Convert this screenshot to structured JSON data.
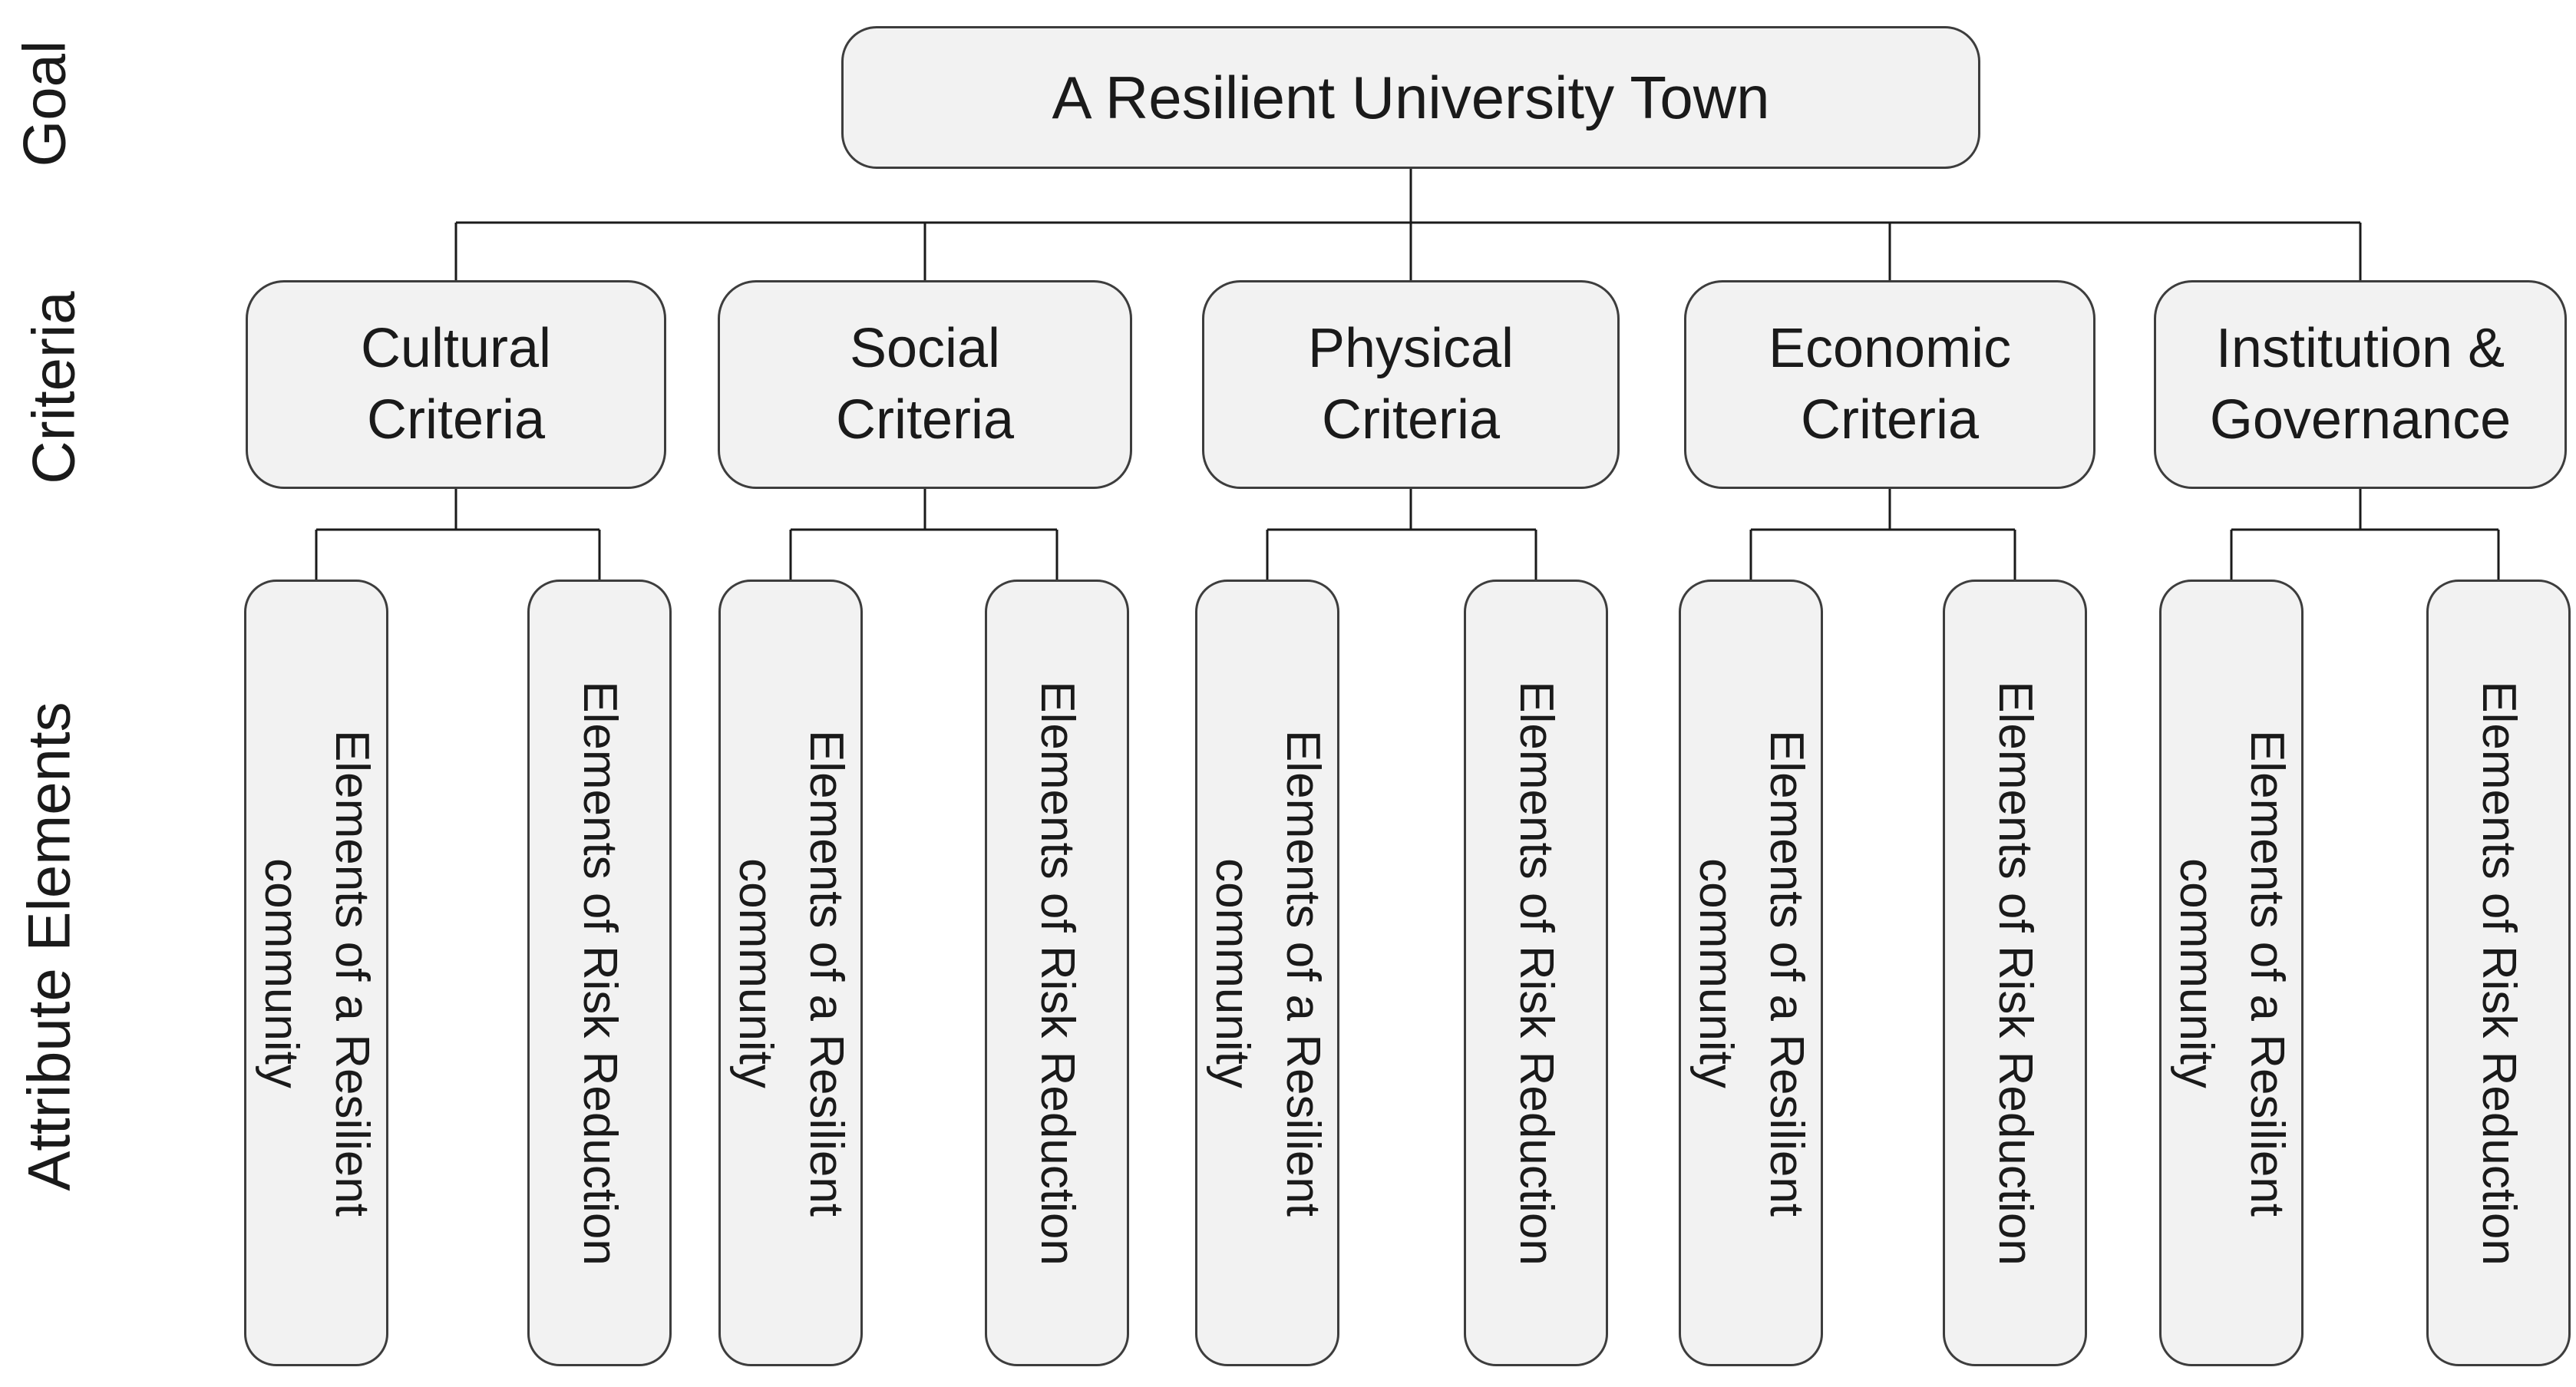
{
  "axis_labels": {
    "goal": "Goal",
    "criteria": "Criteria",
    "attribute_elements": "Attribute Elements"
  },
  "goal": "A Resilient University Town",
  "groups": [
    {
      "criterion": "Cultural\nCriteria",
      "children": [
        "Elements of a Resilient\ncommunity",
        "Elements of Risk Reduction"
      ]
    },
    {
      "criterion": "Social\nCriteria",
      "children": [
        "Elements of a Resilient\ncommunity",
        "Elements of Risk Reduction"
      ]
    },
    {
      "criterion": "Physical\nCriteria",
      "children": [
        "Elements of a Resilient\ncommunity",
        "Elements of Risk Reduction"
      ]
    },
    {
      "criterion": "Economic\nCriteria",
      "children": [
        "Elements of a Resilient\ncommunity",
        "Elements of Risk Reduction"
      ]
    },
    {
      "criterion": "Institution &\nGovernance",
      "children": [
        "Elements of a Resilient\ncommunity",
        "Elements of Risk Reduction"
      ]
    }
  ],
  "colors": {
    "background": "#ffffff",
    "box_fill": "#f2f2f2",
    "box_border": "#3d3d3d",
    "line": "#1a1a1a",
    "text": "#1a1a1a"
  }
}
